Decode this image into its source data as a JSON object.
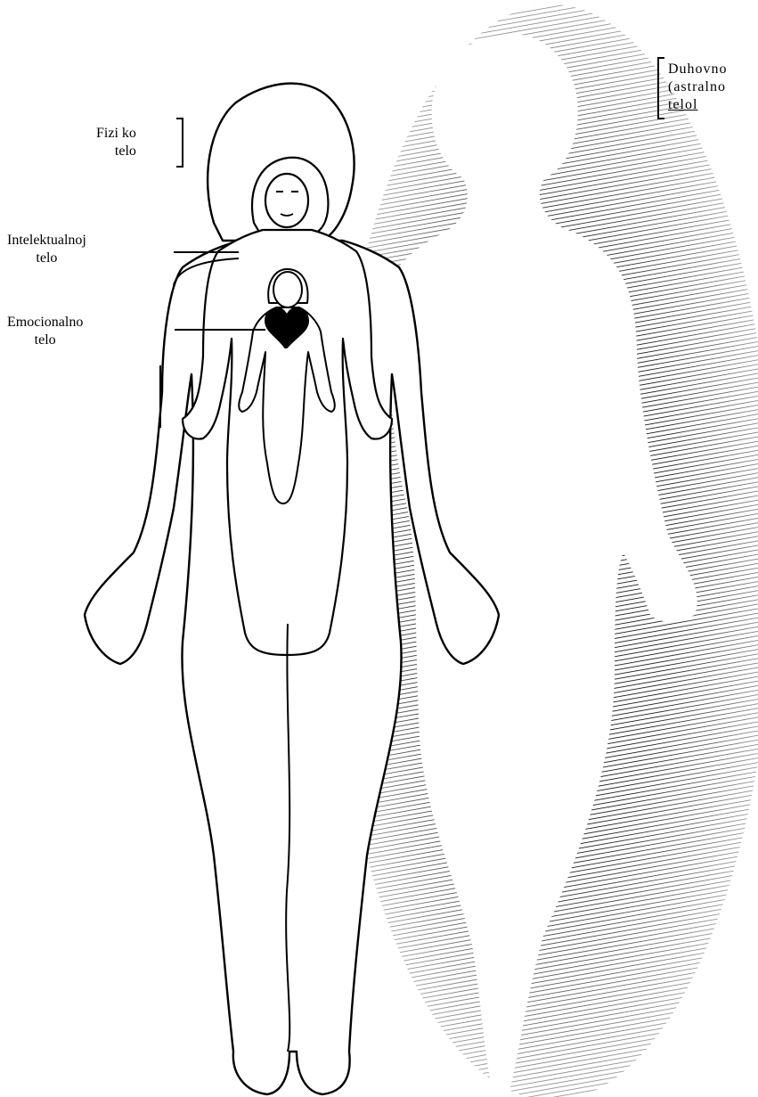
{
  "labels": {
    "physical": {
      "line1": "Fizi ko",
      "line2": "telo"
    },
    "intellectual": {
      "line1": "Intelektualnoj",
      "line2": "telo"
    },
    "emotional": {
      "line1": "Emocionalno",
      "line2": "telo"
    },
    "spiritual": {
      "line1": "Duhovno",
      "line2": "(astralno",
      "line3": "telol"
    }
  },
  "colors": {
    "ink": "#000000",
    "paper": "#ffffff"
  }
}
